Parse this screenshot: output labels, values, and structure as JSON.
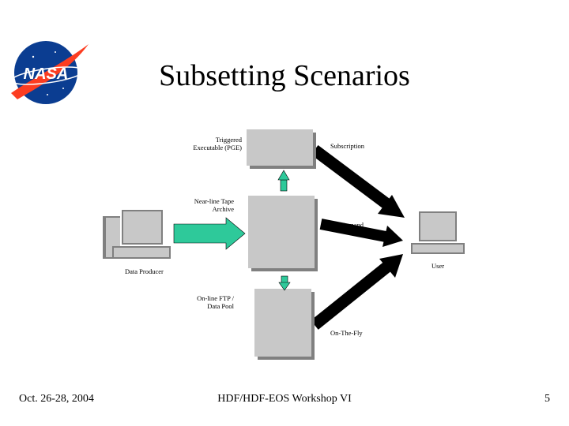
{
  "slide": {
    "title": "Subsetting Scenarios",
    "footer_left": "Oct. 26-28, 2004",
    "footer_center": "HDF/HDF-EOS Workshop VI",
    "footer_right": "5"
  },
  "logo": {
    "text": "NASA",
    "icon": "nasa-logo-icon",
    "colors": {
      "blue": "#0b3d91",
      "red": "#fc3d21"
    }
  },
  "diagram": {
    "labels": {
      "triggered": [
        "Triggered",
        "Executable (PGE)"
      ],
      "subscription": "Subscription",
      "tape": [
        "Near-line Tape",
        "Archive"
      ],
      "on_demand": "On-Demand",
      "user": "User",
      "producer": "Data Producer",
      "ftp": [
        "On-line FTP /",
        "Data Pool"
      ],
      "on_the_fly": "On-The-Fly"
    },
    "colors": {
      "box": "#c8c8c8",
      "box_shadow": "#808080",
      "arrow_fill": "#2ec99a",
      "arrow_black": "#000000"
    }
  }
}
